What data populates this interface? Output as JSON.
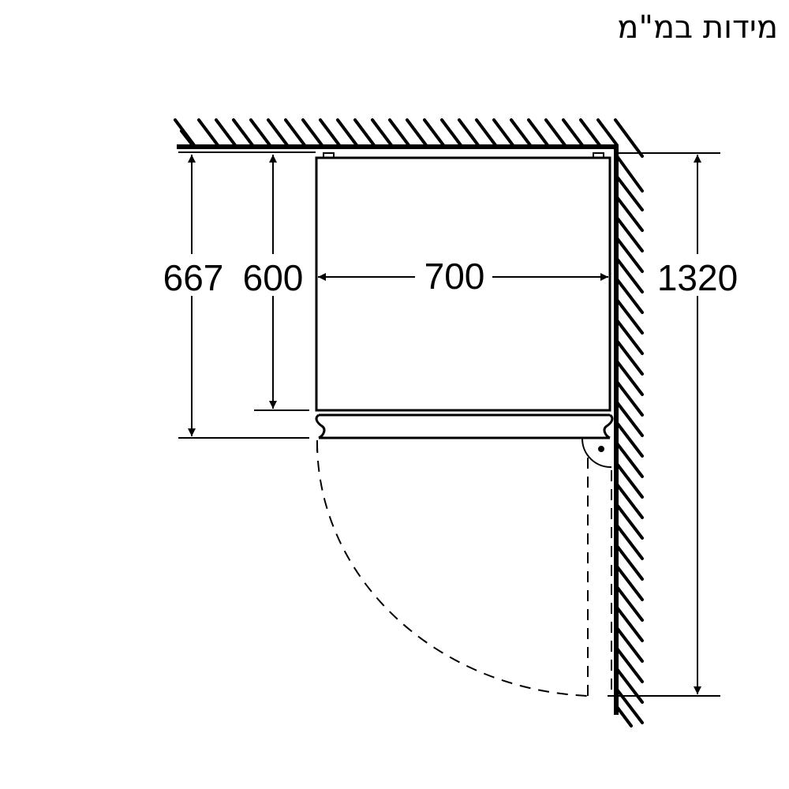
{
  "header": {
    "title": "מידות במ\"מ"
  },
  "dimensions": {
    "depth_with_door": "667",
    "depth_body": "600",
    "width": "700",
    "door_clearance": "1320"
  },
  "colors": {
    "line": "#000000",
    "background": "#ffffff"
  }
}
